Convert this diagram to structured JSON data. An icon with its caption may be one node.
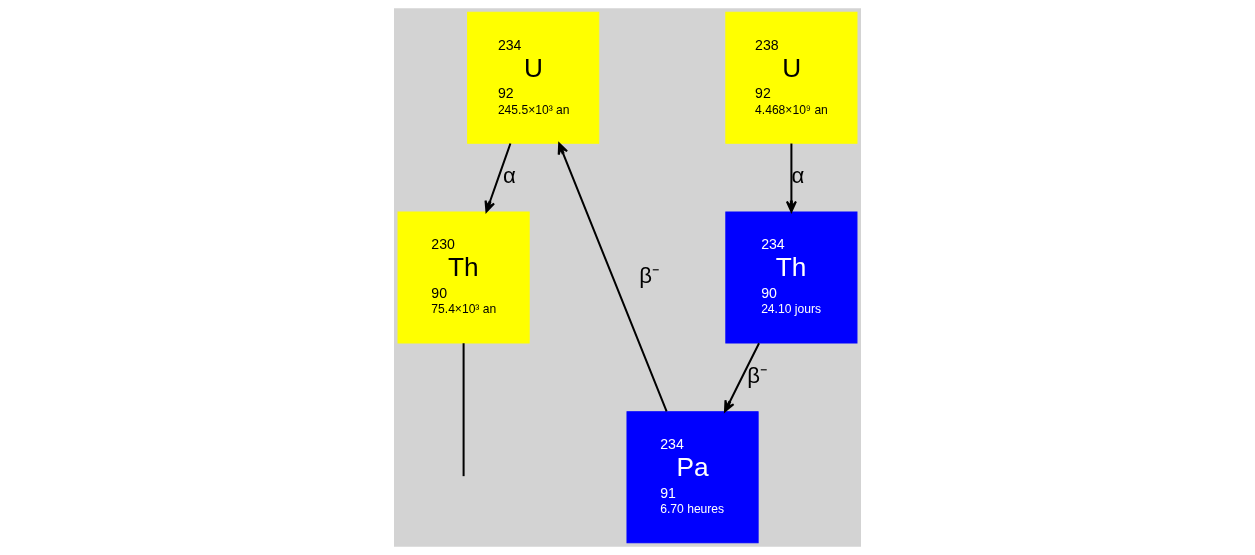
{
  "diagram": {
    "nodes": [
      {
        "text": [
          "234",
          "U",
          "92",
          "245.5×10³ an"
        ]
      },
      {
        "text": [
          "238",
          "U",
          "92",
          "4.468×10⁹ an"
        ]
      },
      {
        "text": [
          "234",
          "Pa",
          "91",
          "6.70 heures"
        ]
      },
      {
        "text": [
          "230",
          "Th",
          "90",
          "75.4×10³ an"
        ]
      },
      {
        "text": [
          "234",
          "Th",
          "90",
          "24.10 jours"
        ]
      }
    ],
    "edges": [
      {
        "from": 1,
        "to": 4,
        "arrow": "to",
        "label": "α"
      },
      {
        "from": 4,
        "to": 2,
        "arrow": "to",
        "label": "β⁻"
      },
      {
        "from": 2,
        "to": 0,
        "arrow": "to",
        "label": "β⁻"
      },
      {
        "from": 0,
        "to": 3,
        "arrow": "to",
        "label": "α"
      },
      {
        "from": 3,
        "to": null,
        "arrow": "none"
      }
    ]
  }
}
